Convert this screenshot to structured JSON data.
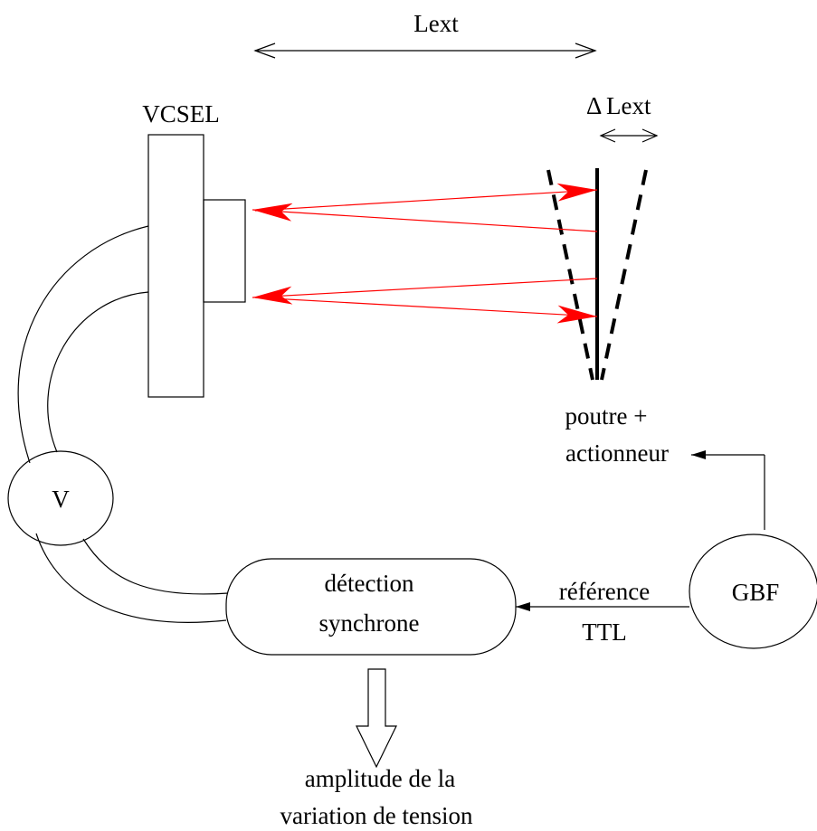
{
  "labels": {
    "lext": "Lext",
    "delta_symbol": "Δ",
    "delta_lext": "Lext",
    "vcsel": "VCSEL",
    "beam_line1": "poutre +",
    "beam_line2": "actionneur",
    "voltmeter": "V",
    "detection_line1": "détection",
    "detection_line2": "synchrone",
    "reference": "référence",
    "ttl": "TTL",
    "gbf": "GBF",
    "output_line1": "amplitude de la",
    "output_line2": "variation de tension"
  },
  "colors": {
    "laser": "#ff0000",
    "stroke": "#000000",
    "background": "#ffffff"
  }
}
